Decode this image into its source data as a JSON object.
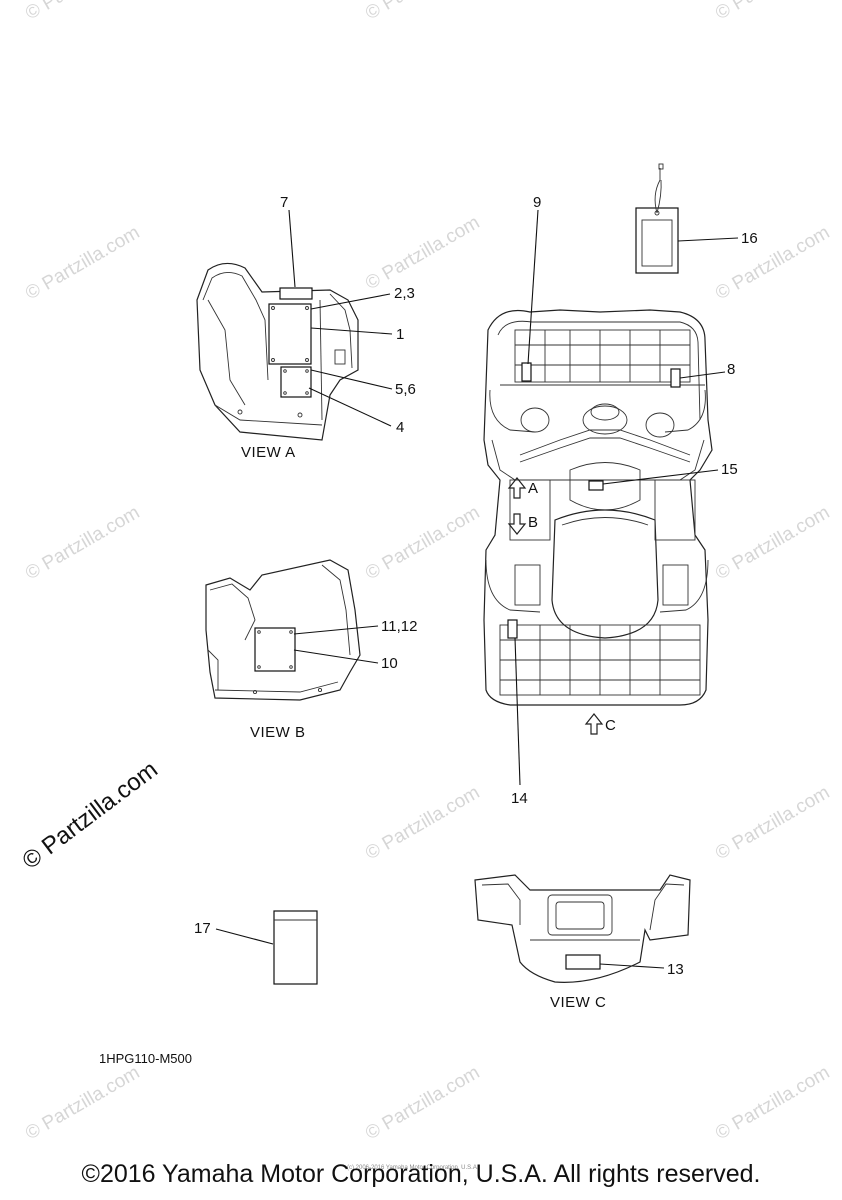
{
  "watermark": {
    "text": "© Partzilla.com",
    "large_text": "© Partzilla.com"
  },
  "views": {
    "a": "VIEW A",
    "b": "VIEW B",
    "c": "VIEW C"
  },
  "arrows": {
    "a": "A",
    "b": "B",
    "c": "C"
  },
  "callouts": {
    "c1": "1",
    "c23": "2,3",
    "c4": "4",
    "c56": "5,6",
    "c7": "7",
    "c8": "8",
    "c9": "9",
    "c10": "10",
    "c1112": "11,12",
    "c13": "13",
    "c14": "14",
    "c15": "15",
    "c16": "16",
    "c17": "17"
  },
  "diagram_code": "1HPG110-M500",
  "small_notice": "(c) 2006-2016 Yamaha Motor Corporation, U.S.A.",
  "footer": "©2016 Yamaha Motor Corporation, U.S.A. All rights reserved."
}
